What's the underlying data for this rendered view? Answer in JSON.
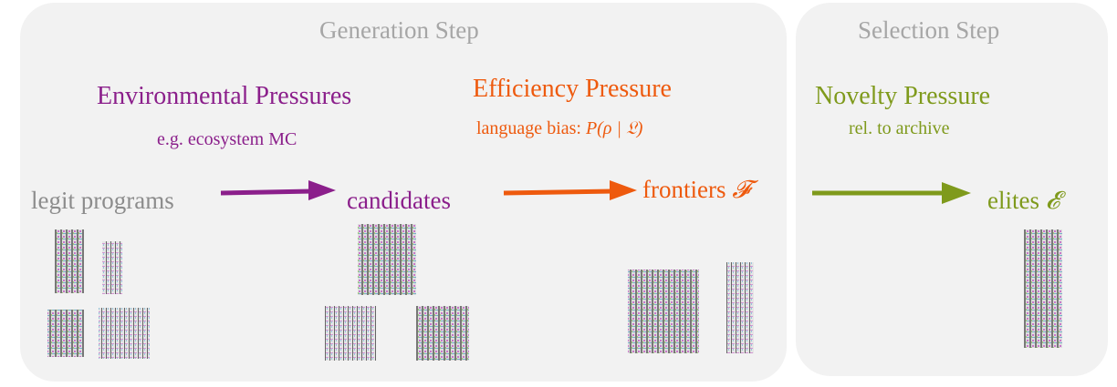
{
  "generation": {
    "title": "Generation Step",
    "env": {
      "label": "Environmental Pressures",
      "sub": "e.g. ecosystem MC"
    },
    "eff": {
      "label": "Efficiency Pressure",
      "sub_text": "language bias: ",
      "sub_math": "P(ρ | 𝔏)"
    }
  },
  "selection": {
    "title": "Selection Step",
    "nov": {
      "label": "Novelty Pressure",
      "sub": "rel. to archive"
    }
  },
  "nodes": {
    "legit": "legit programs",
    "candidates": "candidates",
    "frontiers_text": "frontiers ",
    "frontiers_math": "𝓕",
    "elites_text": "elites ",
    "elites_math": "𝓔"
  },
  "colors": {
    "panel_bg": "#f2f2f2",
    "step_title": "#a6a6a6",
    "environment": "#8b1f8b",
    "efficiency": "#ee5a0e",
    "novelty": "#7f9a1c",
    "legit": "#8c8c8c"
  }
}
